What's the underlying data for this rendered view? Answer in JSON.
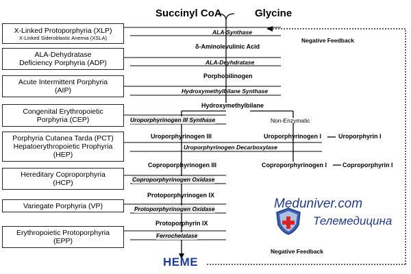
{
  "header": {
    "succinyl": "Succinyl CoA",
    "glycine": "Glycine"
  },
  "diseases": [
    {
      "line1": "X-Linked Protoporphyria (XLP)",
      "sub": "X-Linked Sideroblastic Anemia (XSLA)"
    },
    {
      "line1": "ALA-Dehydratase",
      "line2": "Deficiency Porphyria (ADP)"
    },
    {
      "line1": "Acute Intermittent Porphyria",
      "line2": "(AIP)"
    },
    {
      "line1": "Congenital Erythropoietic",
      "line2": "Porphyria  (CEP)"
    },
    {
      "line1": "Porphyria Cutanea Tarda  (PCT)",
      "line2": "Hepatoerythropoietic Prophyria",
      "line3": "(HEP)"
    },
    {
      "line1": "Hereditary Coproporphyria",
      "line2": "(HCP)"
    },
    {
      "line1": "Variegate Porphyria  (VP)"
    },
    {
      "line1": "Erythropoietic Protoporphyria",
      "line2": "(EPP)"
    }
  ],
  "enzymes": {
    "ala_synthase": "ALA-Synthase",
    "ala_dehydratase": "ALA-Deyhdratase",
    "hmb_synthase": "Hydroxymethylbilane Synthase",
    "uro3_synthase": "Uroporphyrinogen III Synthase",
    "non_enzymatic": "Non-Enzymatic",
    "uro_decarboxylase": "Uroporphyrinogen Decarboxylase",
    "copro_oxidase": "Coproporphyrinogen Oxidase",
    "proto_oxidase": "Protoporphyrinogen Oxidase",
    "ferrochelatase": "Ferrochelatase"
  },
  "intermediates": {
    "ala": "δ-Aminolevulinic Acid",
    "pbg": "Porphobilinogen",
    "hmb": "Hydroxymethylbilane",
    "uro3": "Uroporphyrinogen III",
    "uro1": "Uroporphyrinogen I",
    "uroporphyrin1": "Uroporphyrin I",
    "copro3": "Coproporphyrinogen III",
    "copro1": "Coproporphyrinogen I",
    "coproporphyrin1": "Coproporphyrin I",
    "proto9": "Protoporphyrinogen IX",
    "protoporphyrin9": "Protoporphyrin IX",
    "heme": "HEME"
  },
  "feedback": {
    "top": "Negative Feedback",
    "bottom": "Negative Feedback"
  },
  "watermark": {
    "line1": "Meduniver.com",
    "line2": "Телемедицина"
  }
}
